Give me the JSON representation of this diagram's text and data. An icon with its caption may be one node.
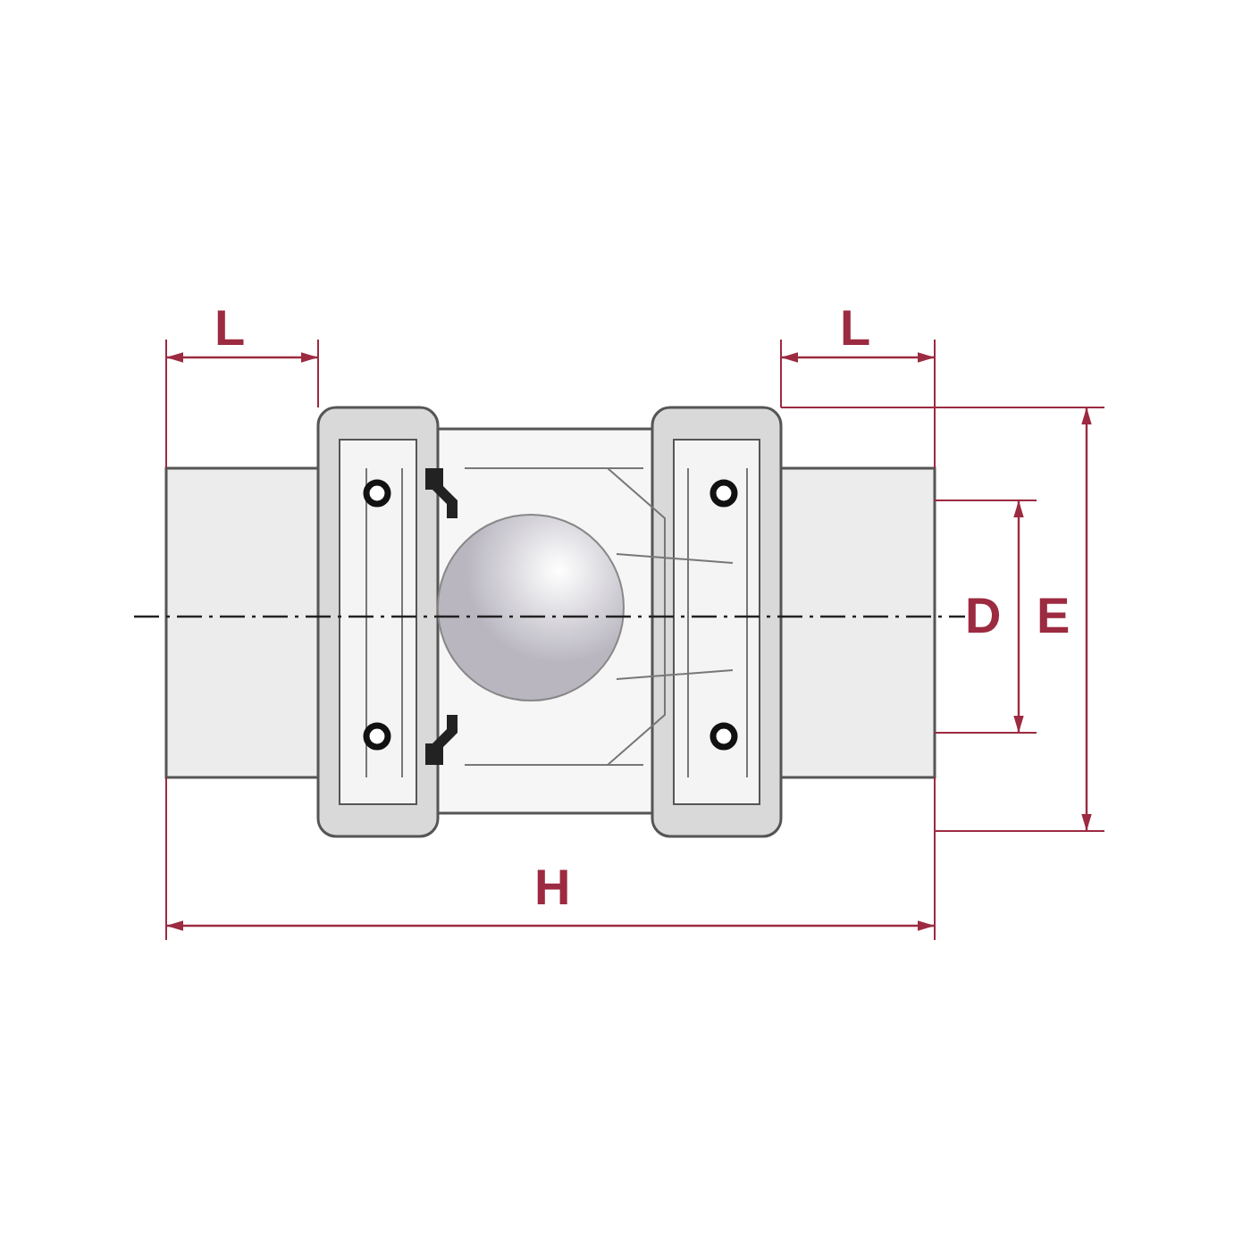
{
  "diagram": {
    "labels": [
      "L",
      "L",
      "D",
      "E",
      "H"
    ]
  }
}
